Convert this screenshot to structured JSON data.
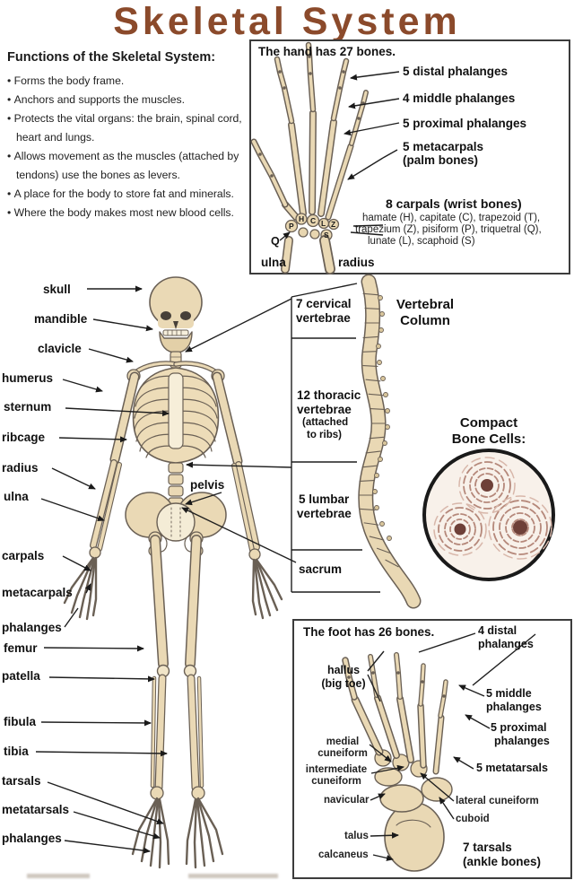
{
  "title": "Skeletal System",
  "colors": {
    "title_accent": "#8b4a2b",
    "bone_fill": "#e9d8b4",
    "bone_outline": "#6a6055",
    "osteon_ring": "#b5887a",
    "osteon_center": "#6e4038"
  },
  "functions": {
    "heading": "Functions of the Skeletal System:",
    "items": [
      "Forms the body frame.",
      "Anchors and supports the muscles.",
      "Protects the vital organs: the brain, spinal cord, heart and lungs.",
      "Allows movement as the muscles (attached by tendons) use the bones as levers.",
      "A place for the body to store fat and minerals.",
      "Where the body makes most new blood cells."
    ]
  },
  "hand_box": {
    "title": "The hand has 27 bones.",
    "label_distal": "5 distal phalanges",
    "label_middle": "4 middle phalanges",
    "label_proximal": "5 proximal phalanges",
    "label_metacarpals": "5 metacarpals",
    "label_metacarpals_sub": "(palm bones)",
    "carpals_heading": "8 carpals (wrist bones)",
    "carpals_line1": "hamate (H), capitate (C), trapezoid (T),",
    "carpals_line2": "trapezium (Z), pisiform (P), triquetral (Q),",
    "carpals_line3": "lunate (L), scaphoid (S)",
    "letter_p": "P",
    "letter_h": "H",
    "letter_c": "C",
    "letter_l": "L",
    "letter_z": "Z",
    "letter_s": "S",
    "letter_q": "Q",
    "label_ulna": "ulna",
    "label_radius": "radius"
  },
  "skeleton": {
    "labels": [
      "skull",
      "mandible",
      "clavicle",
      "humerus",
      "sternum",
      "ribcage",
      "radius",
      "ulna",
      "carpals",
      "metacarpals",
      "phalanges",
      "femur",
      "patella",
      "fibula",
      "tibia",
      "tarsals",
      "metatarsals",
      "phalanges"
    ],
    "pelvis_label": "pelvis"
  },
  "vertebral": {
    "title_line1": "Vertebral",
    "title_line2": "Column",
    "cervical_l1": "7 cervical",
    "cervical_l2": "vertebrae",
    "thoracic_l1": "12 thoracic",
    "thoracic_l2": "vertebrae",
    "thoracic_l3": "(attached",
    "thoracic_l4": "to ribs)",
    "lumbar_l1": "5 lumbar",
    "lumbar_l2": "vertebrae",
    "sacrum": "sacrum"
  },
  "bone_cells": {
    "title_line1": "Compact",
    "title_line2": "Bone Cells:"
  },
  "foot_box": {
    "title": "The foot has 26 bones.",
    "distal_l1": "4 distal",
    "distal_l2": "phalanges",
    "hallus_l1": "hallus",
    "hallus_l2": "(big toe)",
    "middle_l1": "5 middle",
    "middle_l2": "phalanges",
    "proximal_l1": "5 proximal",
    "proximal_l2": "phalanges",
    "metatarsals": "5 metatarsals",
    "medial_l1": "medial",
    "medial_l2": "cuneiform",
    "intermediate_l1": "intermediate",
    "intermediate_l2": "cuneiform",
    "navicular": "navicular",
    "lateral": "lateral cuneiform",
    "cuboid": "cuboid",
    "talus": "talus",
    "calcaneus": "calcaneus",
    "tarsals_l1": "7 tarsals",
    "tarsals_l2": "(ankle bones)"
  }
}
